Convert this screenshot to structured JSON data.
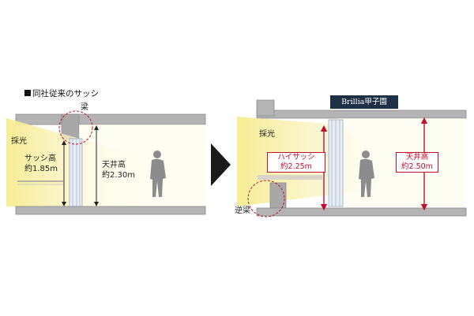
{
  "left_panel": {
    "caption": "同社従来のサッシ",
    "beam_label": "梁",
    "light_label": "採光",
    "sash_height": {
      "label": "サッシ高",
      "value": "約1.85m"
    },
    "ceiling_height": {
      "label": "天井高",
      "value": "約2.30m"
    }
  },
  "right_panel": {
    "brand_badge": "Brillia甲子園",
    "light_label": "採光",
    "high_sash": {
      "label": "ハイサッシ",
      "value": "約2.25m"
    },
    "ceiling_height": {
      "label": "天井高",
      "value": "約2.50m"
    },
    "inverted_beam_label": "逆梁"
  },
  "colors": {
    "accent_red": "#c0102e",
    "structure_gray": "#9a9a9a",
    "light_yellow": "#f7ee9a",
    "badge_navy": "#1e3046"
  },
  "icons": {
    "arrow": "right-triangle-arrow",
    "person": "person-silhouette"
  }
}
